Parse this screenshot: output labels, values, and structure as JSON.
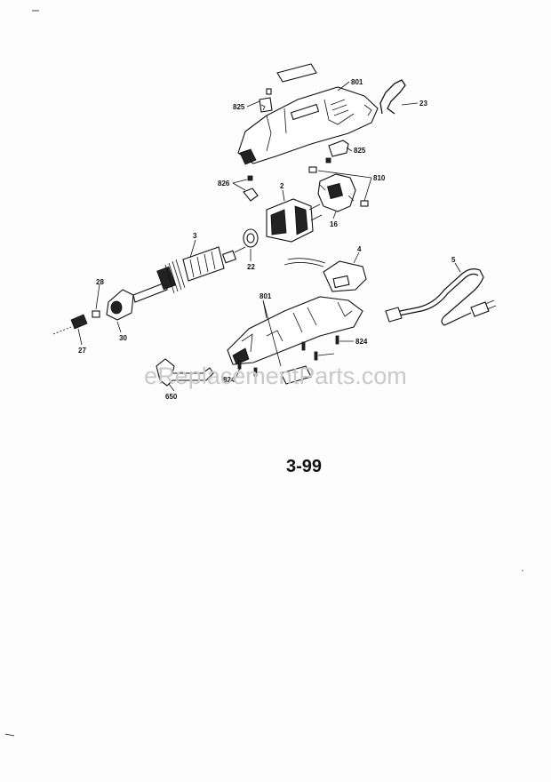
{
  "watermark": "eReplacementParts.com",
  "page_number": "3-99",
  "part_labels": [
    {
      "id": "801-top",
      "text": "801"
    },
    {
      "id": "23",
      "text": "23"
    },
    {
      "id": "825-top",
      "text": "825"
    },
    {
      "id": "825-right",
      "text": "825"
    },
    {
      "id": "826",
      "text": "826"
    },
    {
      "id": "810",
      "text": "810"
    },
    {
      "id": "2",
      "text": "2"
    },
    {
      "id": "16",
      "text": "16"
    },
    {
      "id": "3",
      "text": "3"
    },
    {
      "id": "22",
      "text": "22"
    },
    {
      "id": "4",
      "text": "4"
    },
    {
      "id": "5",
      "text": "5"
    },
    {
      "id": "28",
      "text": "28"
    },
    {
      "id": "30",
      "text": "30"
    },
    {
      "id": "27",
      "text": "27"
    },
    {
      "id": "801-bottom",
      "text": "801"
    },
    {
      "id": "824-right",
      "text": "824"
    },
    {
      "id": "824-left",
      "text": "824"
    },
    {
      "id": "650",
      "text": "650"
    }
  ]
}
